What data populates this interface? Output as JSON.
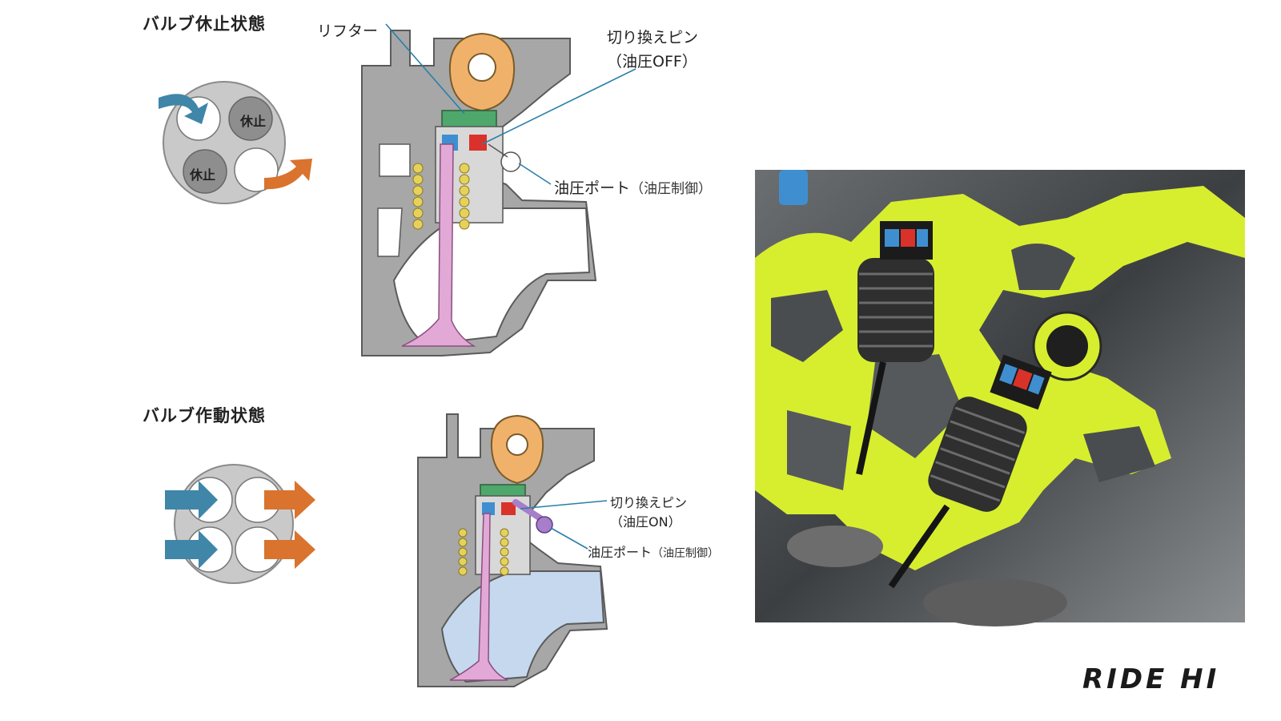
{
  "top_section": {
    "heading": "バルブ休止状態",
    "port_badges": [
      "休止",
      "休止"
    ],
    "lifter_label": "リフター",
    "pin_label": "切り換えピン",
    "pin_state": "（油圧OFF）",
    "oil_port_label": "油圧ポート",
    "oil_port_sub": "（油圧制御）"
  },
  "bottom_section": {
    "heading": "バルブ作動状態",
    "pin_label": "切り換えピン",
    "pin_state": "（油圧ON）",
    "oil_port_label": "油圧ポート",
    "oil_port_sub": "（油圧制御）"
  },
  "watermark": "RIDE HI",
  "colors": {
    "intake_arrow": "#3f86a8",
    "exhaust_arrow": "#d9732e",
    "cam": "#f0b26b",
    "valve_stem": "#e3a9d6",
    "spring": "#e6d25a",
    "pin_red": "#d8322a",
    "pin_blue": "#3f8fd0",
    "lifter_green": "#4ea86b",
    "cutaway_yellow": "#d7ee2f",
    "oil_port_purple": "#a77ec9"
  },
  "icons": [
    "intake-arrow-icon",
    "exhaust-arrow-icon",
    "cam-lobe-icon",
    "valve-spring-icon"
  ]
}
